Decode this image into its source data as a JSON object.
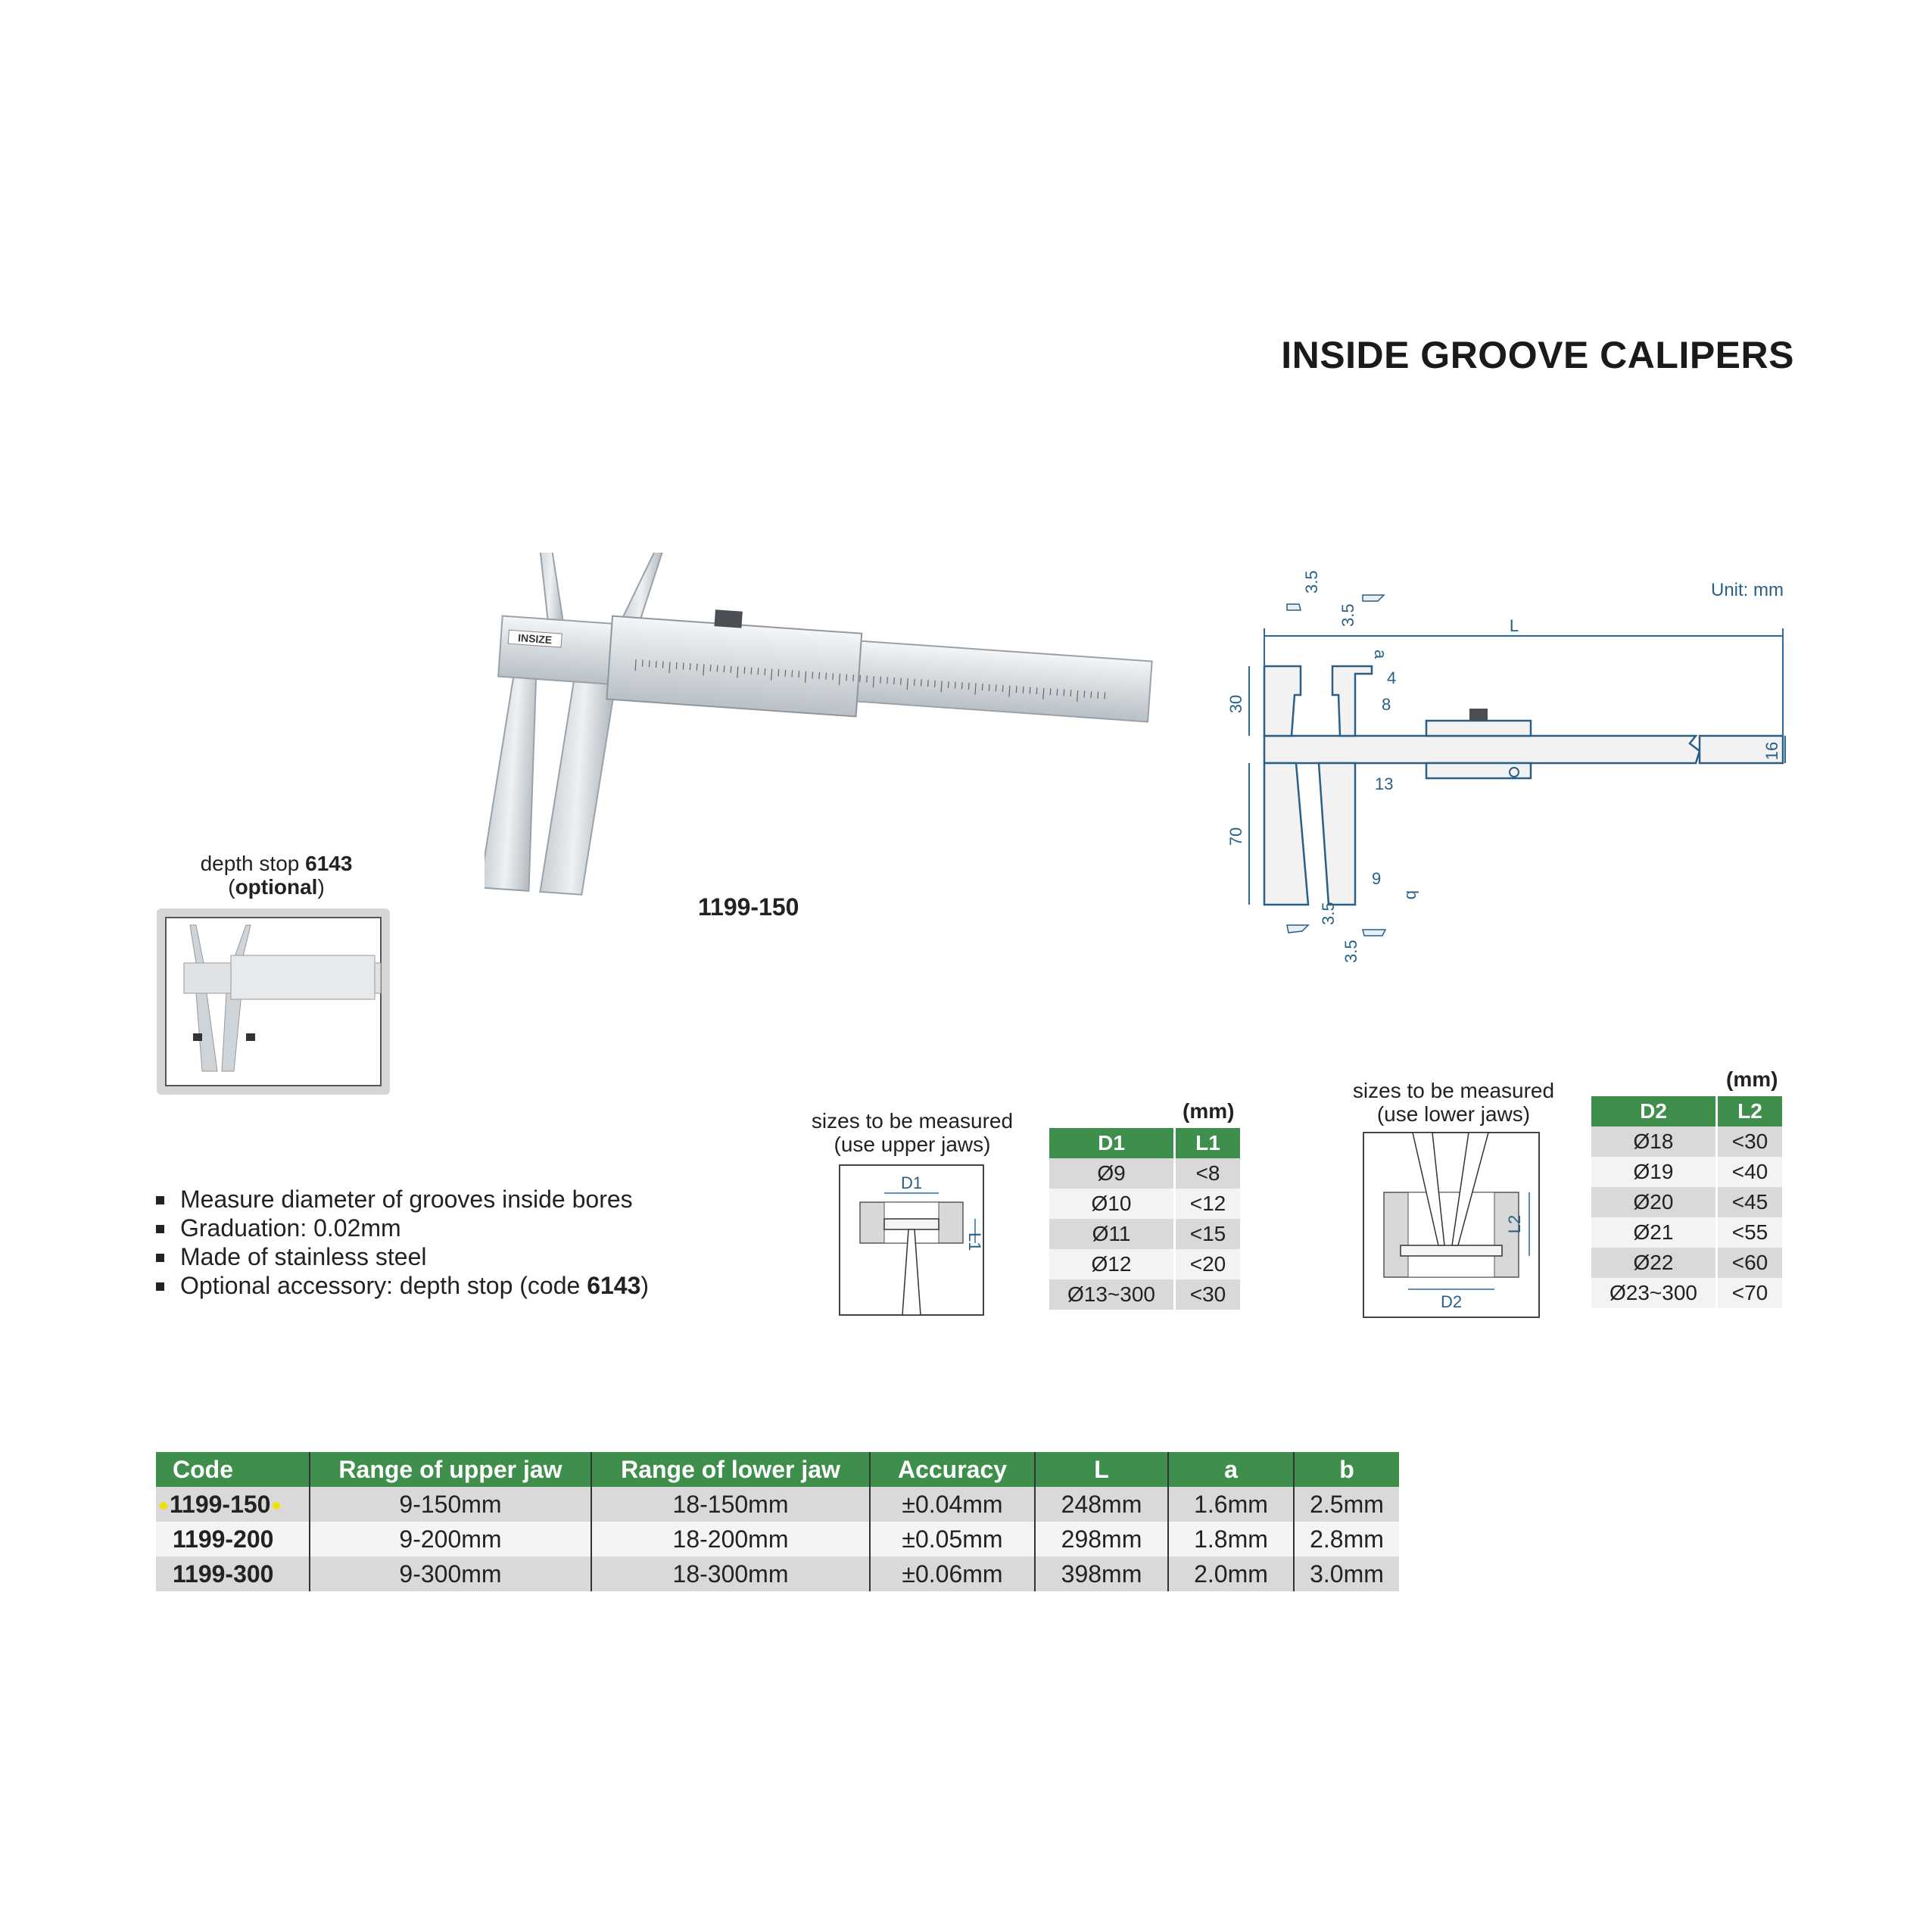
{
  "title": "INSIDE GROOVE CALIPERS",
  "unit": "Unit: mm",
  "product_photo": {
    "model_label": "1199-150",
    "brand": "INSIZE"
  },
  "accessory": {
    "prefix": "depth stop ",
    "code": "6143",
    "optional": "optional"
  },
  "drawing": {
    "labels": {
      "L": "L",
      "a": "a",
      "b": "b",
      "d30": "30",
      "d70": "70",
      "d16": "16",
      "d13": "13",
      "d4": "4",
      "d8": "8",
      "d9": "9",
      "t1": "3.5",
      "t2": "3.5",
      "t3": "3.5",
      "t4": "3.5"
    }
  },
  "features": [
    {
      "text": "Measure diameter of grooves inside bores"
    },
    {
      "text": "Graduation: 0.02mm"
    },
    {
      "text": "Made of stainless steel"
    },
    {
      "text": "Optional accessory: depth stop (code ",
      "bold": "6143",
      "suffix": ")"
    }
  ],
  "upper_jaws": {
    "caption_line1": "sizes to be measured",
    "caption_line2": "(use upper jaws)",
    "diagram_labels": {
      "D": "D1",
      "L": "L1"
    },
    "unit": "(mm)",
    "headers": [
      "D1",
      "L1"
    ],
    "rows": [
      [
        "Ø9",
        "<8"
      ],
      [
        "Ø10",
        "<12"
      ],
      [
        "Ø11",
        "<15"
      ],
      [
        "Ø12",
        "<20"
      ],
      [
        "Ø13~300",
        "<30"
      ]
    ]
  },
  "lower_jaws": {
    "caption_line1": "sizes to be measured",
    "caption_line2": "(use lower jaws)",
    "diagram_labels": {
      "D": "D2",
      "L": "L2"
    },
    "unit": "(mm)",
    "headers": [
      "D2",
      "L2"
    ],
    "rows": [
      [
        "Ø18",
        "<30"
      ],
      [
        "Ø19",
        "<40"
      ],
      [
        "Ø20",
        "<45"
      ],
      [
        "Ø21",
        "<55"
      ],
      [
        "Ø22",
        "<60"
      ],
      [
        "Ø23~300",
        "<70"
      ]
    ]
  },
  "spec_table": {
    "headers": [
      "Code",
      "Range of upper jaw",
      "Range of lower jaw",
      "Accuracy",
      "L",
      "a",
      "b"
    ],
    "rows": [
      [
        "1199-150",
        "9-150mm",
        "18-150mm",
        "±0.04mm",
        "248mm",
        "1.6mm",
        "2.5mm"
      ],
      [
        "1199-200",
        "9-200mm",
        "18-200mm",
        "±0.05mm",
        "298mm",
        "1.8mm",
        "2.8mm"
      ],
      [
        "1199-300",
        "9-300mm",
        "18-300mm",
        "±0.06mm",
        "398mm",
        "2.0mm",
        "3.0mm"
      ]
    ],
    "highlighted_row": 0,
    "highlight_color": "#f2e200"
  },
  "colors": {
    "header_green": "#3e8f4b",
    "dimension_blue": "#2a6aa0",
    "row_gray": "#d9d9d9"
  }
}
